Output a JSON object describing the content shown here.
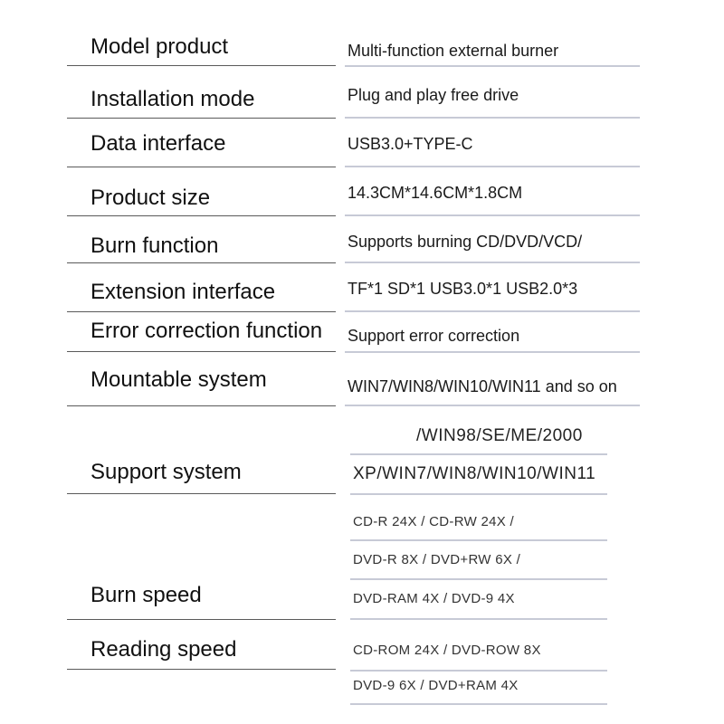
{
  "rows": [
    {
      "label": "Model product",
      "value": "Multi-function external burner"
    },
    {
      "label": "Installation mode",
      "value": "Plug and play free drive"
    },
    {
      "label": "Data interface",
      "value": "USB3.0+TYPE-C"
    },
    {
      "label": "Product size",
      "value": "14.3CM*14.6CM*1.8CM"
    },
    {
      "label": "Burn function",
      "value": "Supports burning CD/DVD/VCD/"
    },
    {
      "label": "Extension interface",
      "value": "TF*1 SD*1 USB3.0*1 USB2.0*3"
    },
    {
      "label": "Error correction function",
      "value": "Support error correction"
    },
    {
      "label": "Mountable system",
      "value": "WIN7/WIN8/WIN10/WIN11 and so on"
    }
  ],
  "support_system": {
    "label": "Support system",
    "lines": [
      "/WIN98/SE/ME/2000",
      "XP/WIN7/WIN8/WIN10/WIN11"
    ]
  },
  "burn_speed": {
    "label": "Burn speed",
    "lines": [
      "CD-R 24X / CD-RW 24X /",
      "DVD-R 8X / DVD+RW 6X  /",
      "DVD-RAM 4X / DVD-9 4X"
    ]
  },
  "reading_speed": {
    "label": "Reading speed",
    "lines": [
      "CD-ROM 24X / DVD-ROW 8X",
      "DVD-9 6X / DVD+RAM 4X"
    ]
  }
}
